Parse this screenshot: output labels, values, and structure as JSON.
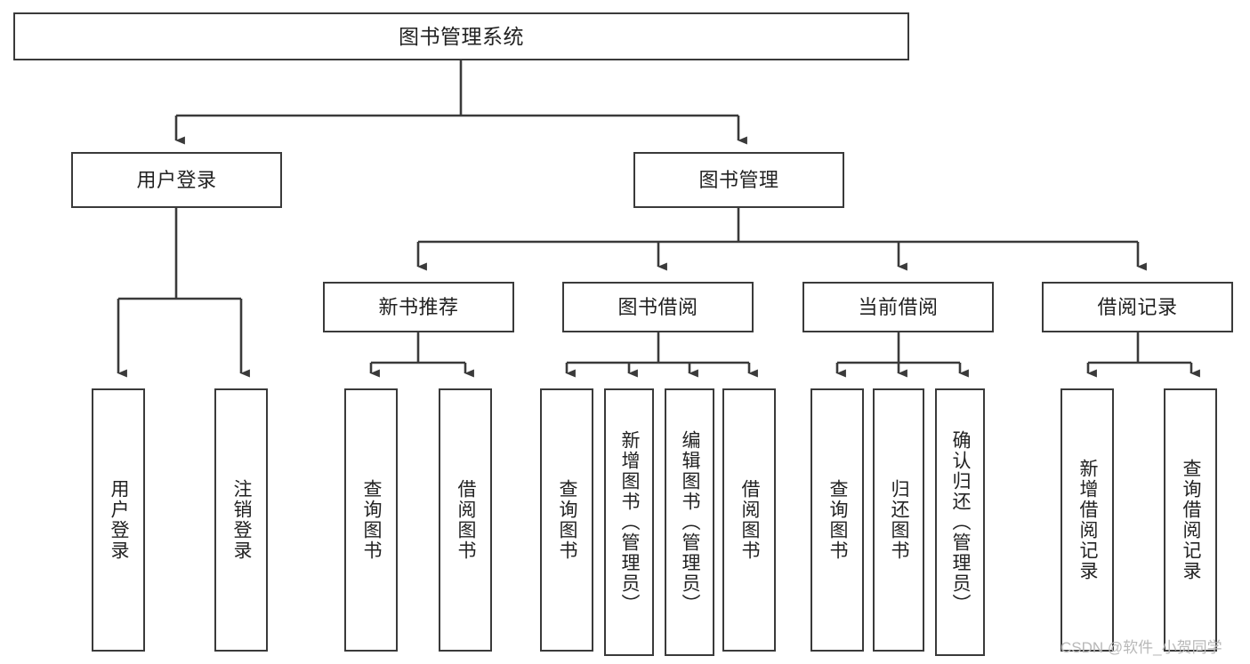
{
  "diagram": {
    "title": "图书管理系统",
    "type": "tree-hierarchy",
    "root": {
      "id": "root",
      "label": "图书管理系统"
    },
    "level2": [
      {
        "id": "user-login",
        "label": "用户登录"
      },
      {
        "id": "book-management",
        "label": "图书管理"
      }
    ],
    "level3": [
      {
        "id": "new-book-recommend",
        "label": "新书推荐",
        "parent": "book-management"
      },
      {
        "id": "book-borrow",
        "label": "图书借阅",
        "parent": "book-management"
      },
      {
        "id": "current-borrow",
        "label": "当前借阅",
        "parent": "book-management"
      },
      {
        "id": "borrow-record",
        "label": "借阅记录",
        "parent": "book-management"
      }
    ],
    "leaves": [
      {
        "id": "leaf-user-login",
        "label": "用户登录",
        "parent": "user-login"
      },
      {
        "id": "leaf-logout-login",
        "label": "注销登录",
        "parent": "user-login"
      },
      {
        "id": "leaf-query-book-1",
        "label": "查询图书",
        "parent": "new-book-recommend"
      },
      {
        "id": "leaf-borrow-book-1",
        "label": "借阅图书",
        "parent": "new-book-recommend"
      },
      {
        "id": "leaf-query-book-2",
        "label": "查询图书",
        "parent": "book-borrow"
      },
      {
        "id": "leaf-add-book",
        "label": "新增图书（管理员）",
        "parent": "book-borrow"
      },
      {
        "id": "leaf-edit-book",
        "label": "编辑图书（管理员）",
        "parent": "book-borrow"
      },
      {
        "id": "leaf-borrow-book-2",
        "label": "借阅图书",
        "parent": "book-borrow"
      },
      {
        "id": "leaf-query-book-3",
        "label": "查询图书",
        "parent": "current-borrow"
      },
      {
        "id": "leaf-return-book",
        "label": "归还图书",
        "parent": "current-borrow"
      },
      {
        "id": "leaf-confirm-return",
        "label": "确认归还（管理员）",
        "parent": "current-borrow"
      },
      {
        "id": "leaf-add-record",
        "label": "新增借阅记录",
        "parent": "borrow-record"
      },
      {
        "id": "leaf-query-record",
        "label": "查询借阅记录",
        "parent": "borrow-record"
      }
    ],
    "colors": {
      "box_border": "#3a3a3a",
      "box_fill": "#ffffff",
      "edge": "#3a3a3a",
      "text": "#222222",
      "watermark": "#b8b8b8"
    }
  },
  "watermark": {
    "text": "CSDN @软件_小贺同学"
  }
}
